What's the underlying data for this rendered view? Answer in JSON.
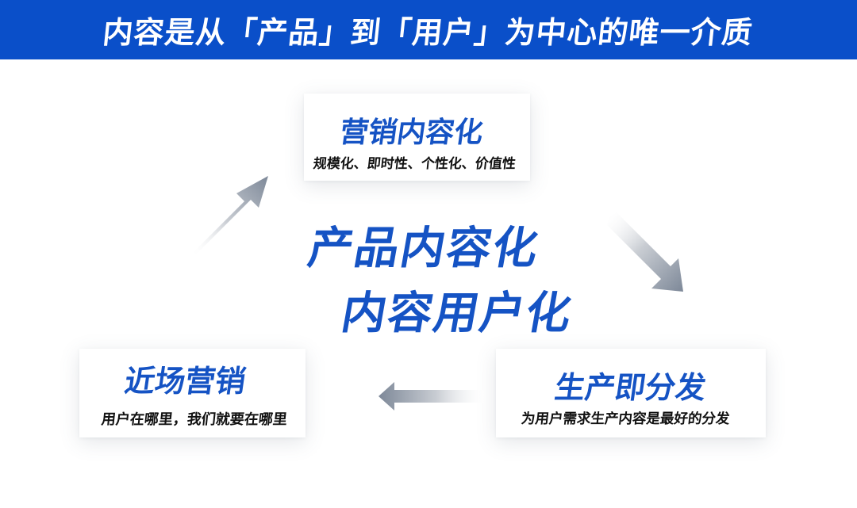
{
  "header": {
    "title": "内容是从「产品」到「用户」为中心的唯一介质",
    "background": "#0a4fc9"
  },
  "center": {
    "line1": "产品内容化",
    "line2": "内容用户化",
    "color": "#1553c4"
  },
  "nodes": [
    {
      "id": "top",
      "title": "营销内容化",
      "subtitle": "规模化、即时性、个性化、价值性"
    },
    {
      "id": "right",
      "title": "生产即分发",
      "subtitle": "为用户需求生产内容是最好的分发"
    },
    {
      "id": "left",
      "title": "近场营销",
      "subtitle": "用户在哪里，我们就要在哪里"
    }
  ],
  "arrows": [
    {
      "from": "left",
      "to": "top",
      "icon": "arrow-up-right-icon"
    },
    {
      "from": "top",
      "to": "right",
      "icon": "arrow-down-right-icon"
    },
    {
      "from": "right",
      "to": "left",
      "icon": "arrow-left-icon"
    }
  ]
}
